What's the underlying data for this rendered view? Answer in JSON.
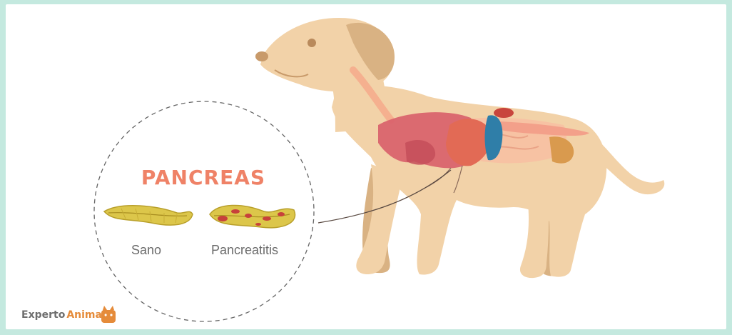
{
  "diagram": {
    "title": "PANCREAS",
    "states": [
      {
        "label": "Sano"
      },
      {
        "label": "Pancreatitis"
      }
    ]
  },
  "brand": {
    "part1": "Experto",
    "part2": "Animal"
  },
  "colors": {
    "background": "#c4e9df",
    "title": "#ef8267",
    "dog_body": "#f2d2a8",
    "dog_shadow": "#d9b283",
    "pancreas_healthy": "#dcc64a",
    "pancreas_inflamed": "#c7413b",
    "liver": "#d9616b",
    "stomach_blue": "#2f7ea8"
  }
}
